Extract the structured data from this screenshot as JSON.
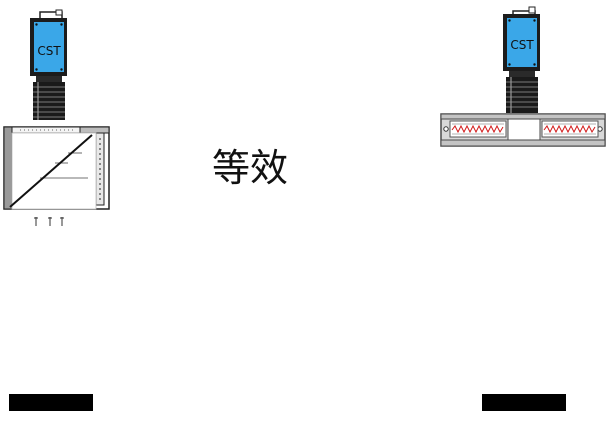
{
  "left_device": {
    "camera_label": "CST"
  },
  "right_device": {
    "camera_label": "CST"
  },
  "center_text": "等效",
  "colors": {
    "camera_body": "#3aa7e8",
    "camera_frame": "#1c1c1c",
    "zigzag": "#d21818",
    "panel_fill": "#d8d8d8",
    "panel_stroke": "#4a4a4a",
    "black_bar": "#000000"
  }
}
